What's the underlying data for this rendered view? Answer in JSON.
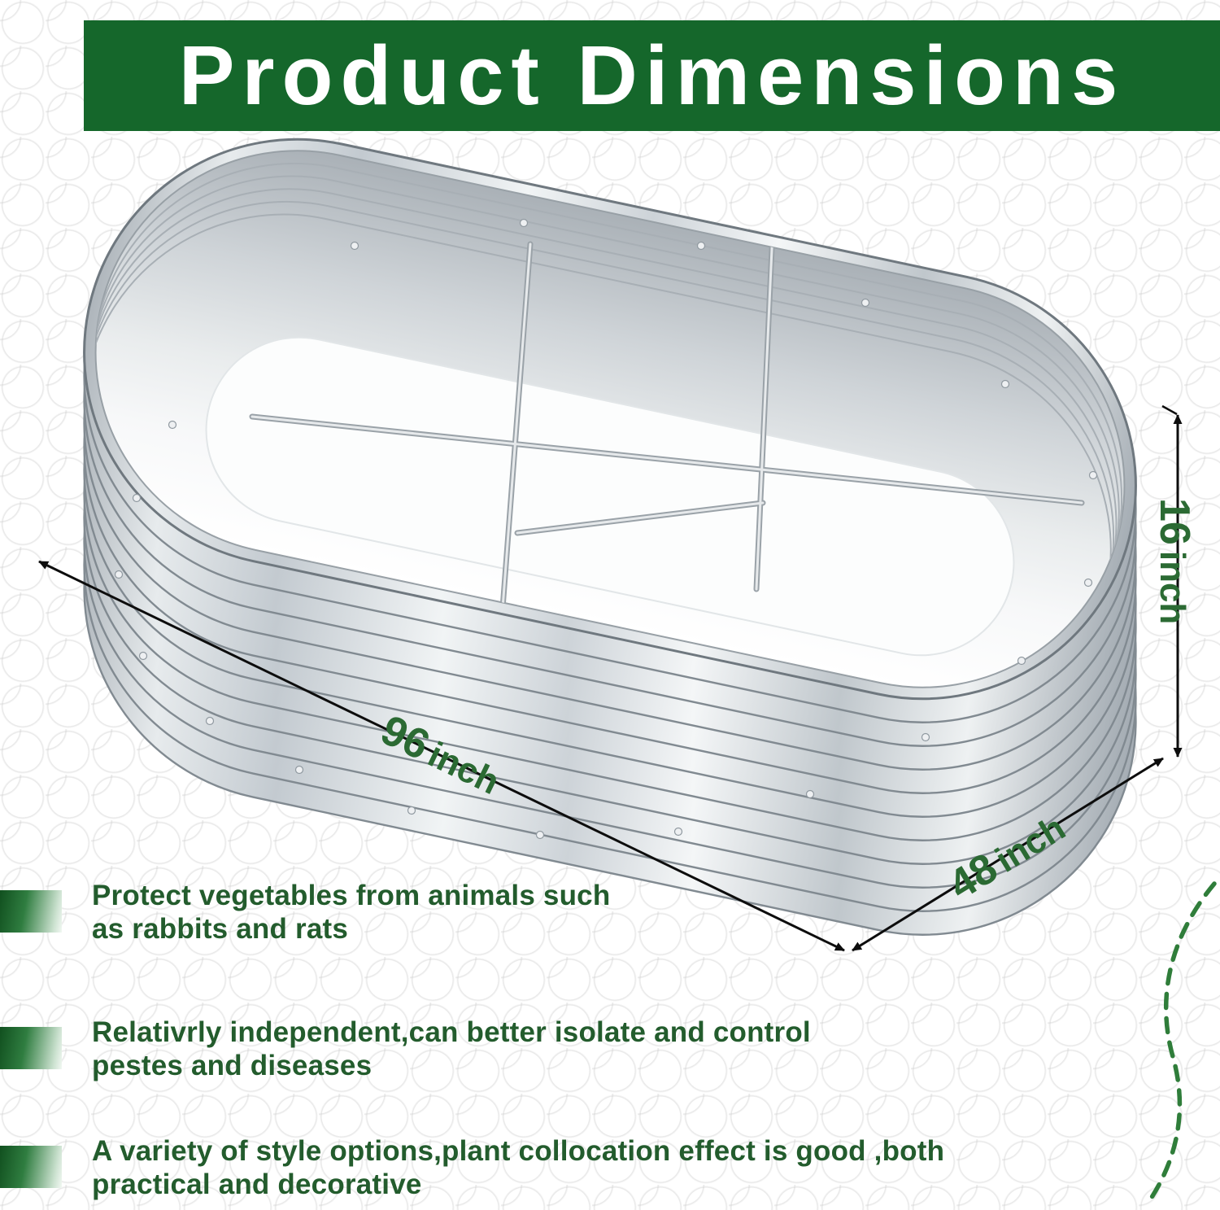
{
  "header": {
    "title": "Product Dimensions"
  },
  "dimensions": {
    "length": {
      "value": "96",
      "unit": "inch"
    },
    "width": {
      "value": "48",
      "unit": "inch"
    },
    "height": {
      "value": "16",
      "unit": "inch"
    }
  },
  "features": [
    {
      "line1": "Protect vegetables from animals such",
      "line2": "as rabbits and rats"
    },
    {
      "line1": "Relativrly independent,can better isolate and control",
      "line2": "pestes and diseases"
    },
    {
      "line1": "A variety of style options,plant collocation effect  is good ,both",
      "line2": "practical and decorative"
    }
  ],
  "colors": {
    "header_bg": "#15672b",
    "feature_text": "#235c2d",
    "dimension_text": "#2b6a33",
    "dashed_line": "#2f7d3a",
    "metal_light": "#f1f4f5",
    "metal_dark": "#a5adb4"
  }
}
